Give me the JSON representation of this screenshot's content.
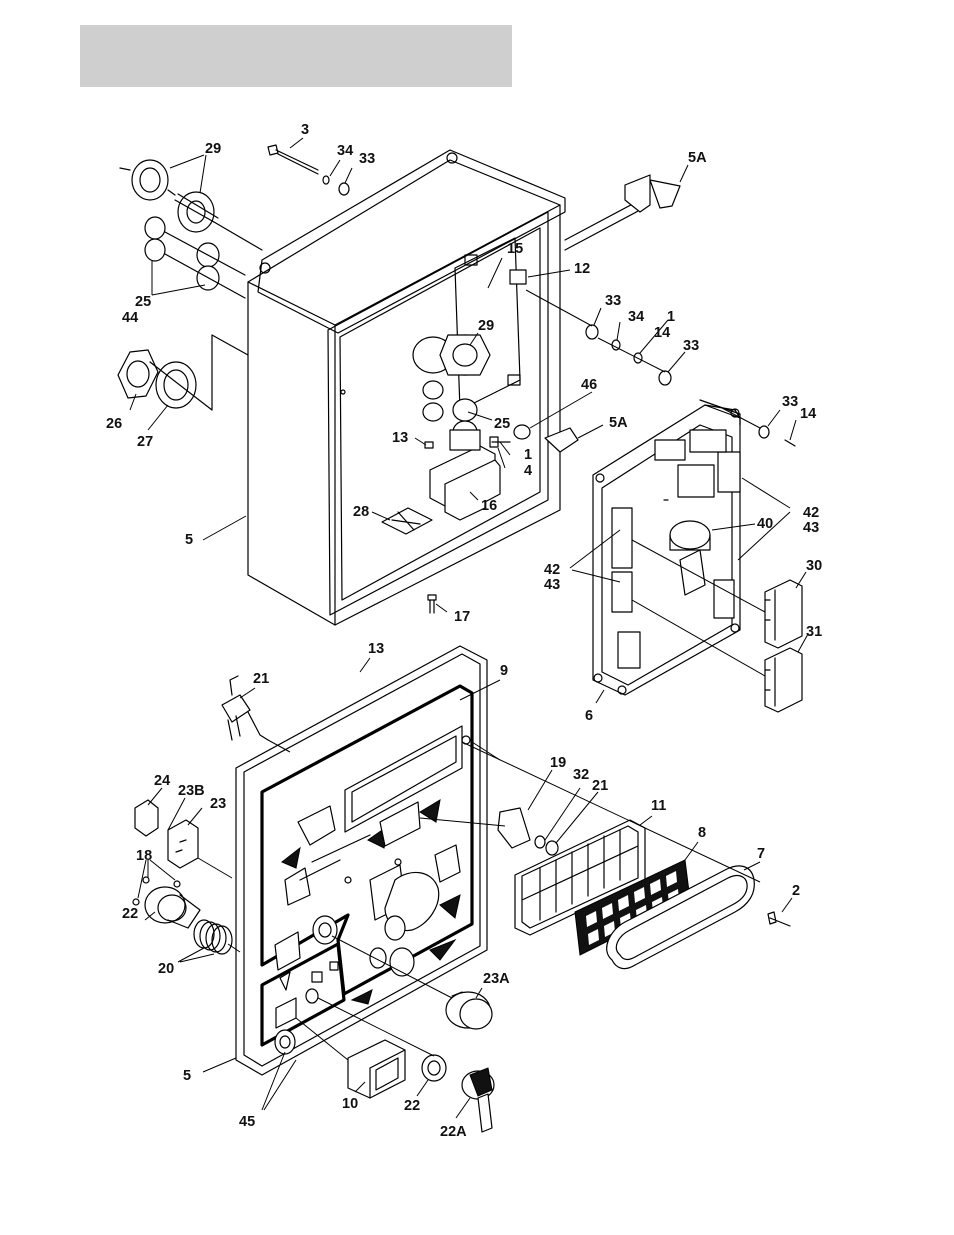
{
  "header": {
    "color": "#cfcfcf"
  },
  "colors": {
    "line": "#000000",
    "background": "#ffffff"
  },
  "callouts": {
    "c3": "3",
    "c29_top": "29",
    "c34_top": "34",
    "c33_top": "33",
    "c5a_top": "5A",
    "c15": "15",
    "c12": "12",
    "c25_left": "25",
    "c44": "44",
    "c33_a": "33",
    "c34_b": "34",
    "c1_a": "1",
    "c14_a": "14",
    "c33_b": "33",
    "c29_mid": "29",
    "c46": "46",
    "c26": "26",
    "c27": "27",
    "c25_mid": "25",
    "c5a_mid": "5A",
    "c13_top": "13",
    "c1_b": "1",
    "c4": "4",
    "c33_c": "33",
    "c14_b": "14",
    "c16": "16",
    "c28": "28",
    "c42_r": "42",
    "c43_r": "43",
    "c5_top": "5",
    "c40": "40",
    "c42_l": "42",
    "c43_l": "43",
    "c30": "30",
    "c17": "17",
    "c31": "31",
    "c13_bot": "13",
    "c9": "9",
    "c21_left": "21",
    "c6": "6",
    "c19": "19",
    "c32": "32",
    "c21_right": "21",
    "c24": "24",
    "c23b": "23B",
    "c23": "23",
    "c11": "11",
    "c8": "8",
    "c7": "7",
    "c18": "18",
    "c2": "2",
    "c22_left": "22",
    "c20": "20",
    "c23a": "23A",
    "c5_bot": "5",
    "c10": "10",
    "c22_bot": "22",
    "c45": "45",
    "c22a": "22A"
  }
}
